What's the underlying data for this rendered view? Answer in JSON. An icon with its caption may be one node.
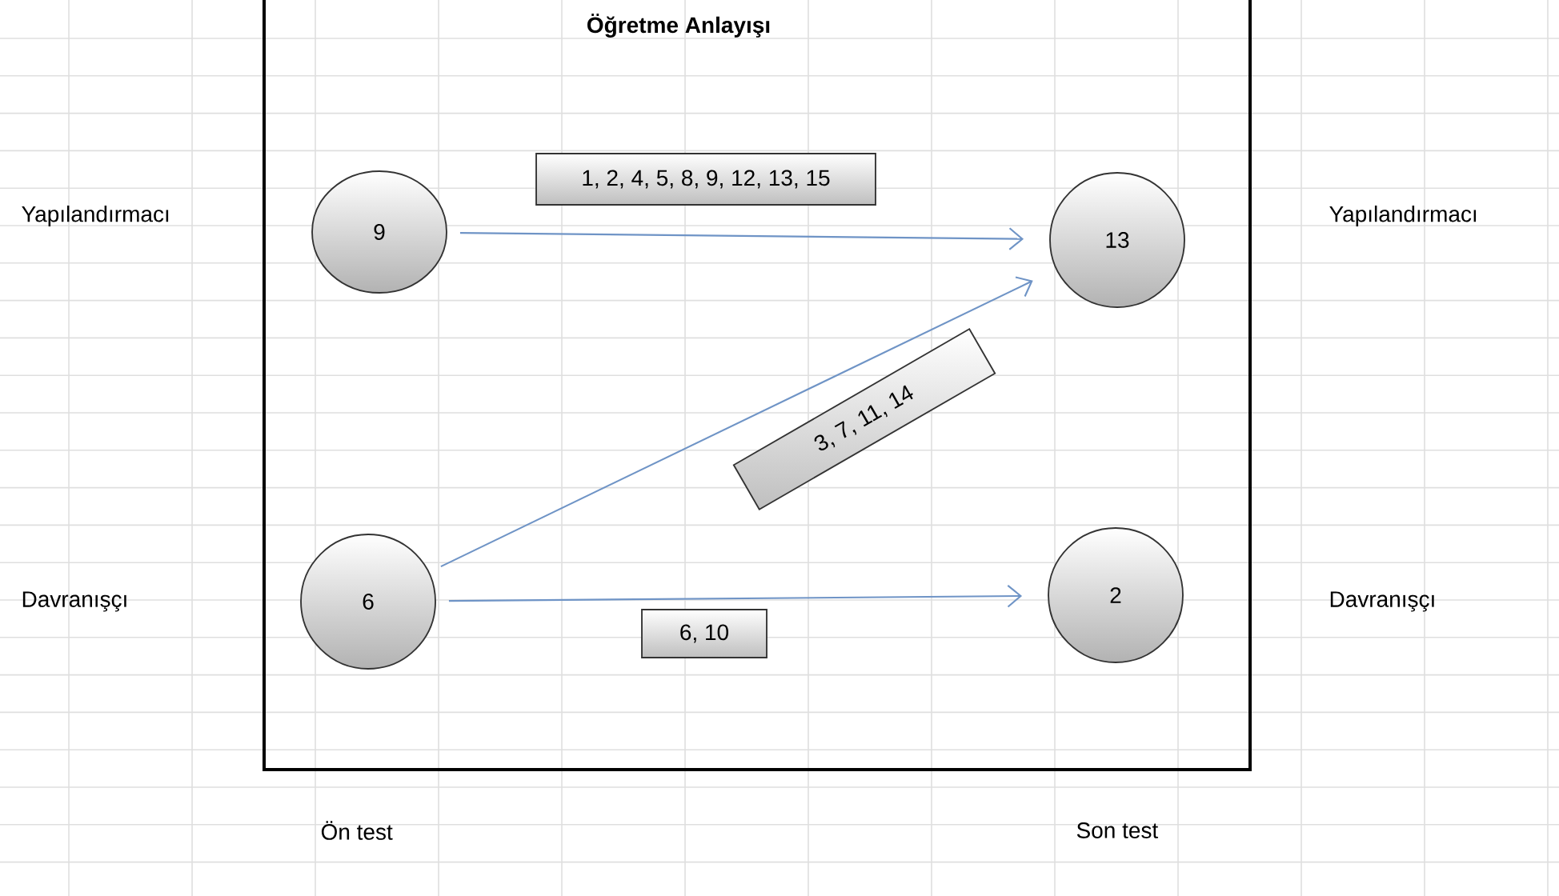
{
  "diagram": {
    "title": "Öğretme Anlayışı",
    "nodes": [
      {
        "text": [
          "9"
        ]
      },
      {
        "text": [
          "13"
        ]
      },
      {
        "text": [
          "6"
        ]
      },
      {
        "text": [
          "2"
        ]
      }
    ],
    "edges": [
      {
        "from": 0,
        "to": 1,
        "arrow": "to",
        "label": "1, 2, 4, 5, 8, 9, 12, 13, 15"
      },
      {
        "from": 2,
        "to": 1,
        "arrow": "to",
        "label": "3, 7, 11, 14"
      },
      {
        "from": 2,
        "to": 3,
        "arrow": "to",
        "label": "6, 10"
      }
    ],
    "labels": [
      "Yapılandırmacı",
      "Yapılandırmacı",
      "Davranışçı",
      "Davranışçı",
      "Ön test",
      "Son test"
    ]
  }
}
